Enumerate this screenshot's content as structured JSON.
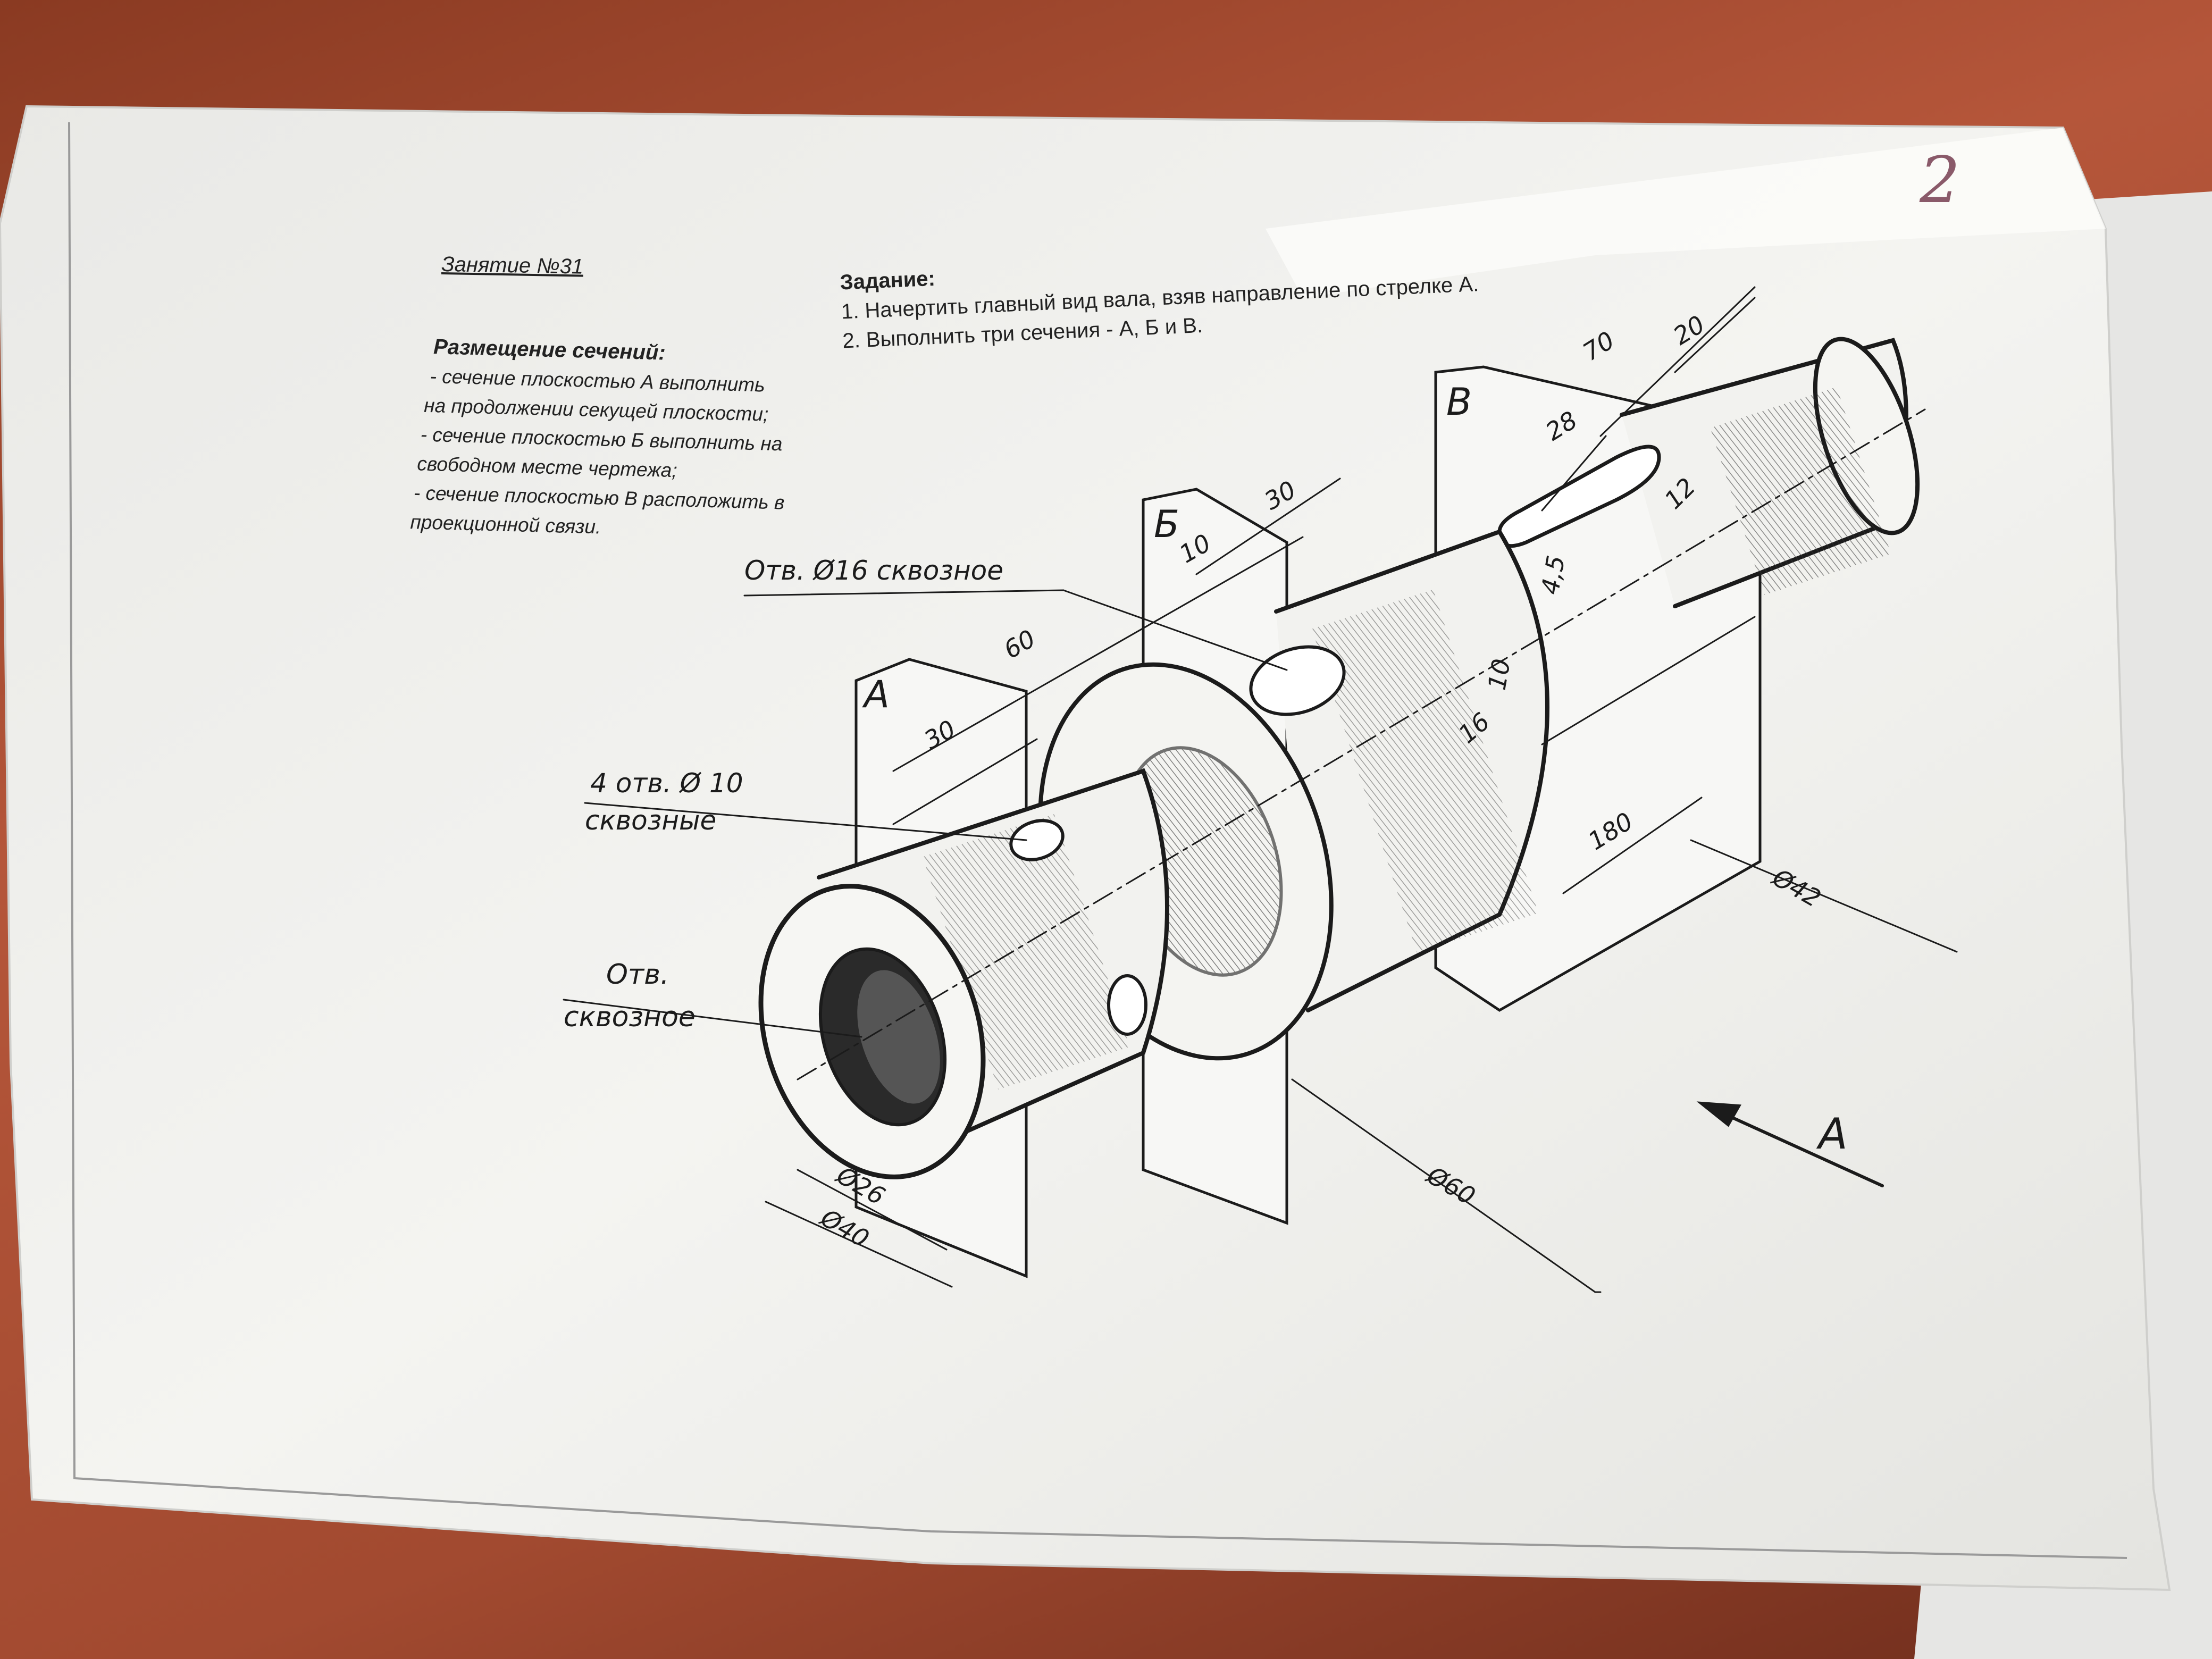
{
  "lesson_title": "Занятие №31",
  "task": {
    "heading": "Задание:",
    "line1": "1. Начертить главный вид вала, взяв направление по стрелке А.",
    "line2": "2. Выполнить три сечения - А, Б и В."
  },
  "placement": {
    "heading": "Размещение сечений:",
    "lines": [
      "- сечение плоскостью А выполнить",
      "на продолжении секущей плоскости;",
      "- сечение плоскостью Б выполнить на",
      "свободном месте чертежа;",
      "- сечение плоскостью В расположить в",
      "проекционной связи."
    ]
  },
  "page_number": "2",
  "drawing": {
    "plane_labels": {
      "a": "А",
      "b": "Б",
      "v": "В"
    },
    "view_arrow_label": "А",
    "callouts": {
      "hole16": "Отв. Ø16 сквозное",
      "holes10_line1": "4 отв. Ø 10",
      "holes10_line2": "сквозные",
      "bore_line1": "Отв.",
      "bore_line2": "сквозное"
    },
    "dimensions": {
      "d70": "70",
      "d20": "20",
      "d28": "28",
      "d12": "12",
      "d45": "4,5",
      "d30_top": "30",
      "d10_b": "10",
      "d60": "60",
      "d30": "30",
      "d10": "10",
      "d16": "16",
      "d180": "180",
      "dia42": "Ø42",
      "dia60": "Ø60",
      "dia26": "Ø26",
      "dia40": "Ø40"
    }
  },
  "colors": {
    "table": "#a24a30",
    "paper": "#f2f2ef",
    "ink": "#1b1b1b",
    "pencil_note": "#8a5a6a"
  }
}
